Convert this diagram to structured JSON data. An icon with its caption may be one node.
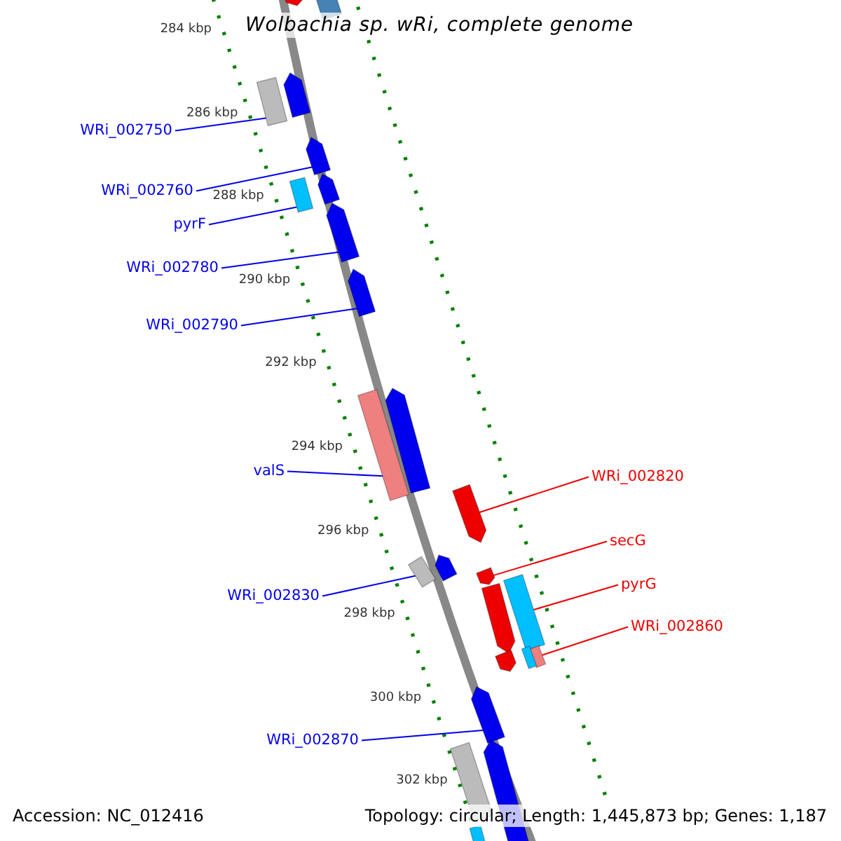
{
  "diagram": {
    "title": "Wolbachia sp. wRi, complete genome",
    "nodes": [
      {
        "text": [
          "WRi_002750"
        ]
      },
      {
        "text": [],
        "shape": "box"
      },
      {
        "text": [
          "WRi_002760"
        ]
      },
      {
        "text": [],
        "shape": "arrow"
      },
      {
        "text": [
          "pyrF"
        ]
      },
      {
        "text": [],
        "shape": "box"
      },
      {
        "text": [
          "WRi_002780"
        ]
      },
      {
        "text": [],
        "shape": "arrow"
      },
      {
        "text": [
          "WRi_002790"
        ]
      },
      {
        "text": [],
        "shape": "arrow"
      },
      {
        "text": [
          "valS"
        ]
      },
      {
        "text": [],
        "shape": "box"
      },
      {
        "text": [
          "WRi_002820"
        ]
      },
      {
        "text": [],
        "shape": "arrow"
      },
      {
        "text": [
          "WRi_002830"
        ]
      },
      {
        "text": [],
        "shape": "box"
      },
      {
        "text": [
          "secG"
        ]
      },
      {
        "text": [],
        "shape": "arrow"
      },
      {
        "text": [
          "pyrG"
        ]
      },
      {
        "text": [],
        "shape": "box"
      },
      {
        "text": [
          "WRi_002860"
        ]
      },
      {
        "text": [],
        "shape": "box"
      },
      {
        "text": [
          "WRi_002870"
        ]
      },
      {
        "text": [],
        "shape": "arrow"
      },
      {
        "text": [],
        "shape": "arrow"
      },
      {
        "text": [],
        "shape": "box"
      },
      {
        "text": [],
        "shape": "arrow"
      },
      {
        "text": [],
        "shape": "arrow"
      },
      {
        "text": [],
        "shape": "arrow"
      },
      {
        "text": [],
        "shape": "arrow"
      },
      {
        "text": [],
        "shape": "arrow"
      },
      {
        "text": [],
        "shape": "arrow"
      },
      {
        "text": [],
        "shape": "box"
      },
      {
        "text": [],
        "shape": "box"
      },
      {
        "text": [],
        "shape": "arrow"
      },
      {
        "text": [],
        "shape": "box"
      }
    ],
    "edges": [
      {
        "from": 0,
        "to": 1,
        "arrow": "none"
      },
      {
        "from": 2,
        "to": 3,
        "arrow": "none"
      },
      {
        "from": 4,
        "to": 5,
        "arrow": "none"
      },
      {
        "from": 6,
        "to": 7,
        "arrow": "none"
      },
      {
        "from": 8,
        "to": 9,
        "arrow": "none"
      },
      {
        "from": 10,
        "to": 11,
        "arrow": "none"
      },
      {
        "from": 12,
        "to": 13,
        "arrow": "none",
        "color": "#ee0000"
      },
      {
        "from": 14,
        "to": 15,
        "arrow": "none"
      },
      {
        "from": 16,
        "to": 17,
        "arrow": "none",
        "color": "#ee0000"
      },
      {
        "from": 18,
        "to": 19,
        "arrow": "none",
        "color": "#ee0000"
      },
      {
        "from": 20,
        "to": 21,
        "arrow": "none",
        "color": "#ee0000"
      },
      {
        "from": 22,
        "to": 23,
        "arrow": "none"
      }
    ],
    "labels": [
      "284 kbp",
      "286 kbp",
      "288 kbp",
      "290 kbp",
      "292 kbp",
      "294 kbp",
      "296 kbp",
      "298 kbp",
      "300 kbp",
      "302 kbp",
      "Accession: NC_012416",
      "Topology: circular; Length: 1,445,873 bp; Genes: 1,187"
    ]
  }
}
